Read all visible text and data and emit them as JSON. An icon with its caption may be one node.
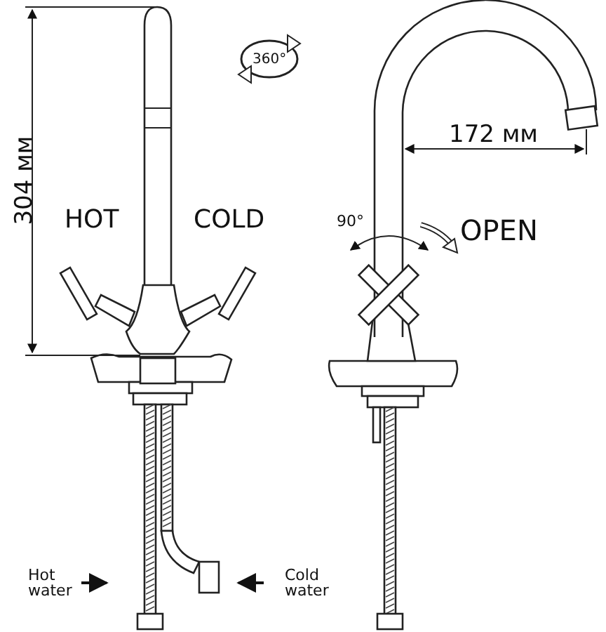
{
  "diagram": {
    "nodes": [
      {
        "text": [
          "Hot water"
        ]
      },
      {
        "text": [
          "Cold water"
        ]
      }
    ],
    "edges": [
      {
        "from": 0,
        "to": null,
        "arrow": "to"
      },
      {
        "from": 1,
        "to": null,
        "arrow": "to"
      }
    ],
    "labels": [
      "360°",
      "304 мм",
      "HOT",
      "COLD",
      "172 мм",
      "90°",
      "OPEN"
    ]
  }
}
